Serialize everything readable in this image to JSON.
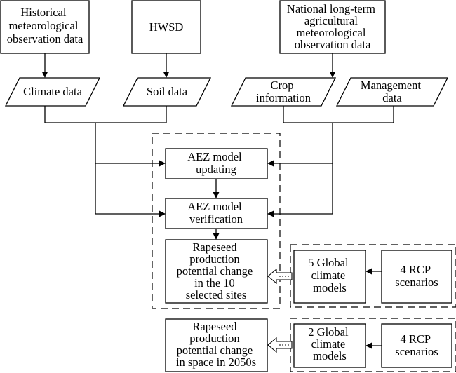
{
  "nodes": {
    "historical": [
      "Historical",
      "meteorological",
      "observation data"
    ],
    "hwsd": [
      "HWSD"
    ],
    "national": [
      "National long-term",
      "agricultural",
      "meteorological",
      "observation data"
    ],
    "climate_data": [
      "Climate data"
    ],
    "soil_data": [
      "Soil data"
    ],
    "crop_info": [
      "Crop",
      "information"
    ],
    "management": [
      "Management",
      "data"
    ],
    "aez_updating": [
      "AEZ model",
      "updating"
    ],
    "aez_verification": [
      "AEZ model",
      "verification"
    ],
    "rapeseed_sites": [
      "Rapeseed",
      "production",
      "potential change",
      "in the 10",
      "selected sites"
    ],
    "gcm5": [
      "5 Global",
      "climate",
      "models"
    ],
    "rcp_a": [
      "4 RCP",
      "scenarios"
    ],
    "rapeseed_space": [
      "Rapeseed",
      "production",
      "potential change",
      "in space in 2050s"
    ],
    "gcm2": [
      "2 Global",
      "climate",
      "models"
    ],
    "rcp_b": [
      "4 RCP",
      "scenarios"
    ]
  }
}
